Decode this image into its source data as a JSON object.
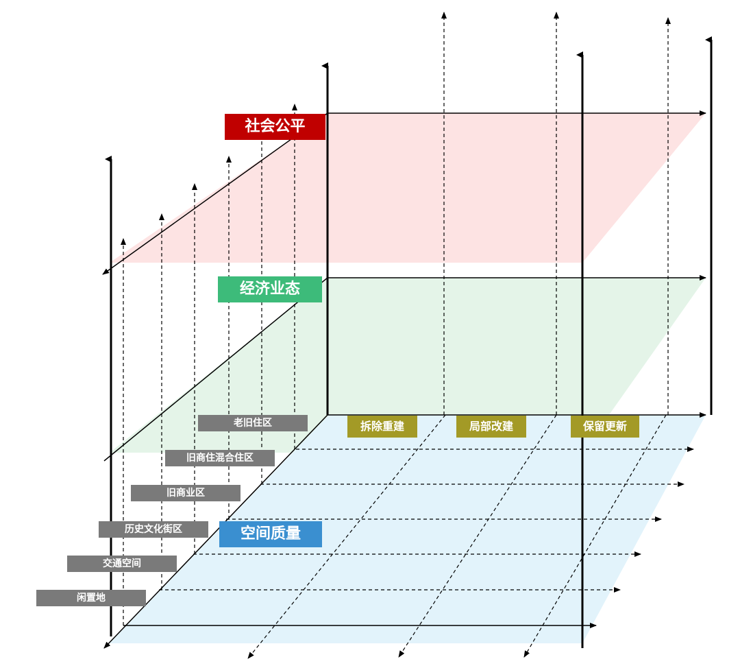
{
  "layers": {
    "social": {
      "label": "社会公平",
      "color": "#c00000",
      "plane_color": "#fde3e3"
    },
    "economic": {
      "label": "经济业态",
      "color": "#3dbb7a",
      "plane_color": "#e4f4e8"
    },
    "spatial": {
      "label": "空间质量",
      "color": "#3a8fd0",
      "plane_color": "#e2f3fb"
    }
  },
  "area_types": [
    "老旧住区",
    "旧商住混合住区",
    "旧商业区",
    "历史文化街区",
    "交通空间",
    "闲置地"
  ],
  "strategies": [
    "拆除重建",
    "局部改建",
    "保留更新"
  ],
  "colors": {
    "category_bg": "#7a7a7a",
    "strategy_bg": "#a39a26",
    "axis": "#000000"
  }
}
